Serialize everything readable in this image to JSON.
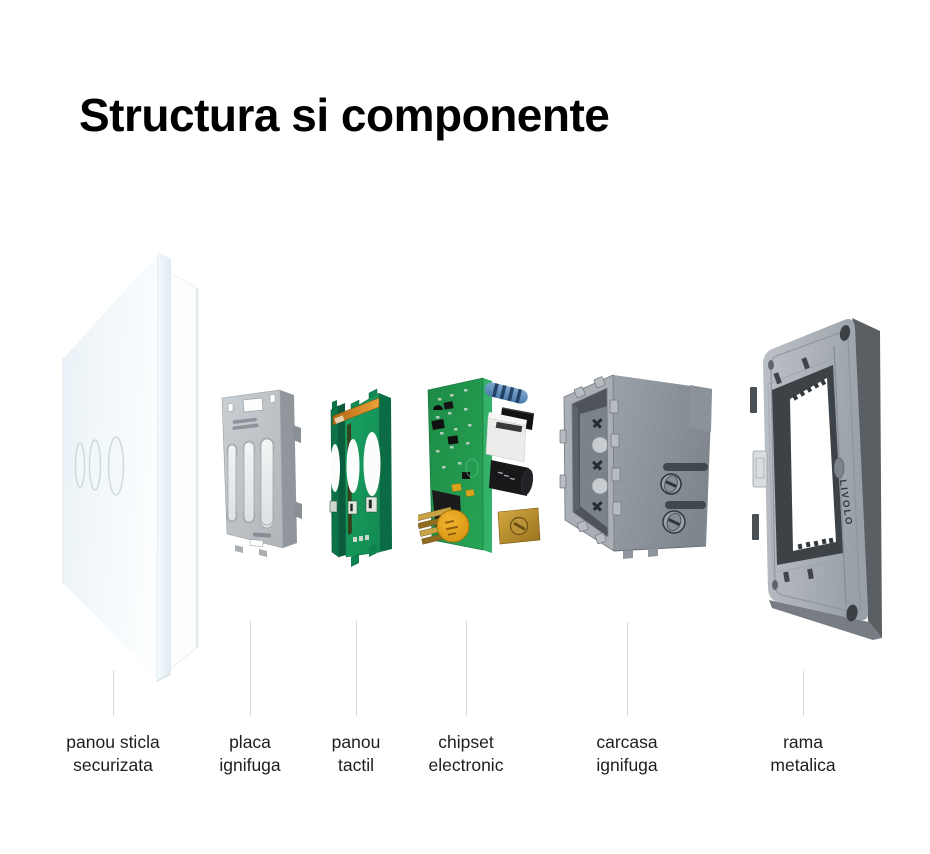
{
  "title": "Structura si componente",
  "frame_engraving": "LIVOLO",
  "components": [
    {
      "name": "glass-panel",
      "label_line1": "panou sticla",
      "label_line2": "securizata"
    },
    {
      "name": "fireproof-plate",
      "label_line1": "placa",
      "label_line2": "ignifuga"
    },
    {
      "name": "touch-panel",
      "label_line1": "panou",
      "label_line2": "tactil"
    },
    {
      "name": "electronic-chipset",
      "label_line1": "chipset",
      "label_line2": "electronic"
    },
    {
      "name": "fireproof-case",
      "label_line1": "carcasa",
      "label_line2": "ignifuga"
    },
    {
      "name": "metal-frame",
      "label_line1": "rama",
      "label_line2": "metalica"
    }
  ],
  "colors": {
    "background": "#ffffff",
    "title_text": "#000000",
    "label_text": "#1e1e1e",
    "leader_line": "#d9d9d9",
    "glass_panel": "#eef4f8",
    "pcb_green": "#16945a",
    "chipset_green": "#27a455",
    "plastic_gray": "#9aa1a7",
    "metal_gray": "#aab0b5",
    "brass": "#c9a445",
    "capacitor_yellow": "#e8a51f",
    "resistor_blue": "#4a7aab"
  }
}
